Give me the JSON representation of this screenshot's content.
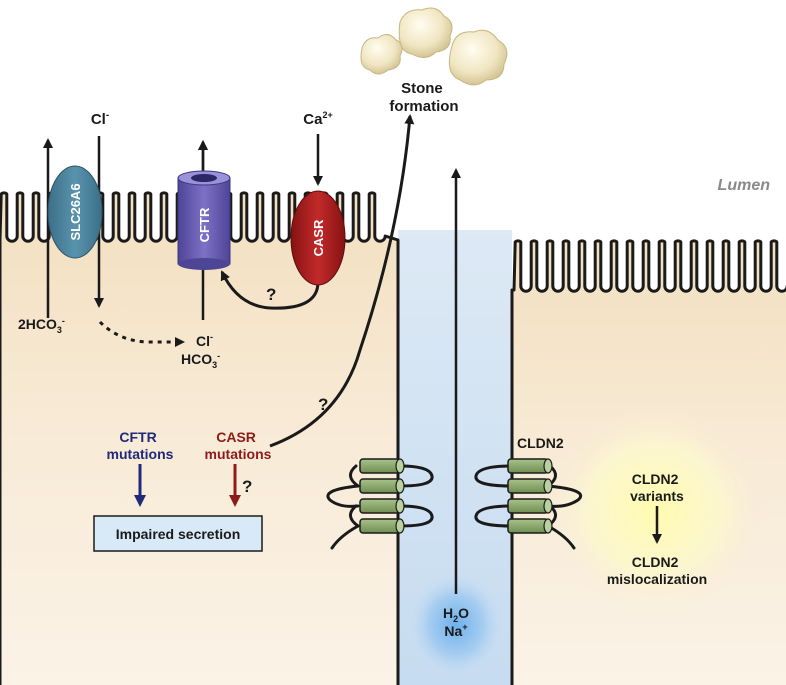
{
  "stone": {
    "line1": "Stone",
    "line2": "formation"
  },
  "lumen_label": "Lumen",
  "ions": {
    "cl_top": "Cl",
    "cl_top_sup": "-",
    "ca_top": "Ca",
    "ca_top_sup": "2+",
    "hco3_left": "2HCO",
    "hco3_left_sub": "3",
    "hco3_left_sup": "-",
    "cl_bottom": "Cl",
    "cl_bottom_sup": "-",
    "hco3_bottom": "HCO",
    "hco3_bottom_sub": "3",
    "hco3_bottom_sup": "-",
    "water": "H",
    "water_sub": "2",
    "water_o": "O",
    "sodium": "Na",
    "sodium_sup": "+"
  },
  "proteins": {
    "slc26a6": "SLC26A6",
    "cftr": "CFTR",
    "casr": "CASR",
    "cldn2": "CLDN2"
  },
  "question_mark": "?",
  "mutations": {
    "cftr_line1": "CFTR",
    "cftr_line2": "mutations",
    "casr_line1": "CASR",
    "casr_line2": "mutations"
  },
  "impaired_secretion": "Impaired secretion",
  "cldn2_variants": {
    "line1": "CLDN2",
    "line2": "variants",
    "result_line1": "CLDN2",
    "result_line2": "mislocalization"
  },
  "colors": {
    "slc26a6": "#4a8099",
    "cftr": "#6a5fb0",
    "casr": "#a81c1c",
    "cftr_mutation_text": "#1f2a78",
    "casr_mutation_text": "#8e1b1b",
    "claudin": "#8aa56a",
    "cell": "#f6e6cc",
    "paracellular": "#cfe0f2",
    "impaired_box": "#d8eaf7"
  }
}
